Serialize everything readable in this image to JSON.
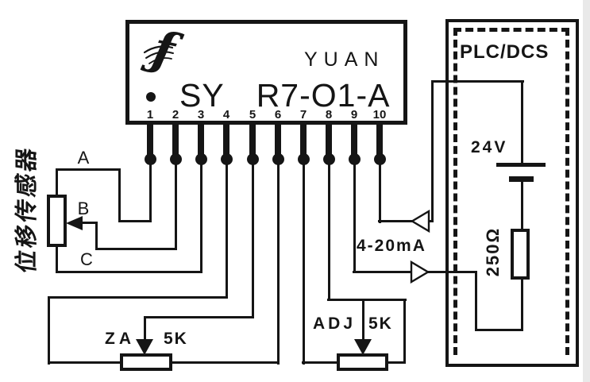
{
  "module": {
    "brand": "YUAN",
    "model_prefix": "SY",
    "model": "R7-O1-A",
    "logo": "stylized-f-logo",
    "pins": [
      "1",
      "2",
      "3",
      "4",
      "5",
      "6",
      "7",
      "8",
      "9",
      "10"
    ]
  },
  "sensor": {
    "name": "位移传感器",
    "terminal_a": "A",
    "terminal_b": "B",
    "terminal_c": "C"
  },
  "za_pot": {
    "label": "ZA",
    "value": "5K"
  },
  "adj_pot": {
    "label": "ADJ",
    "value": "5K"
  },
  "signal": {
    "label": "4-20mA"
  },
  "plc": {
    "title": "PLC/DCS",
    "supply_voltage": "24V",
    "load_resistor": "250Ω"
  },
  "colors": {
    "ink": "#151515",
    "background": "#ffffff"
  }
}
